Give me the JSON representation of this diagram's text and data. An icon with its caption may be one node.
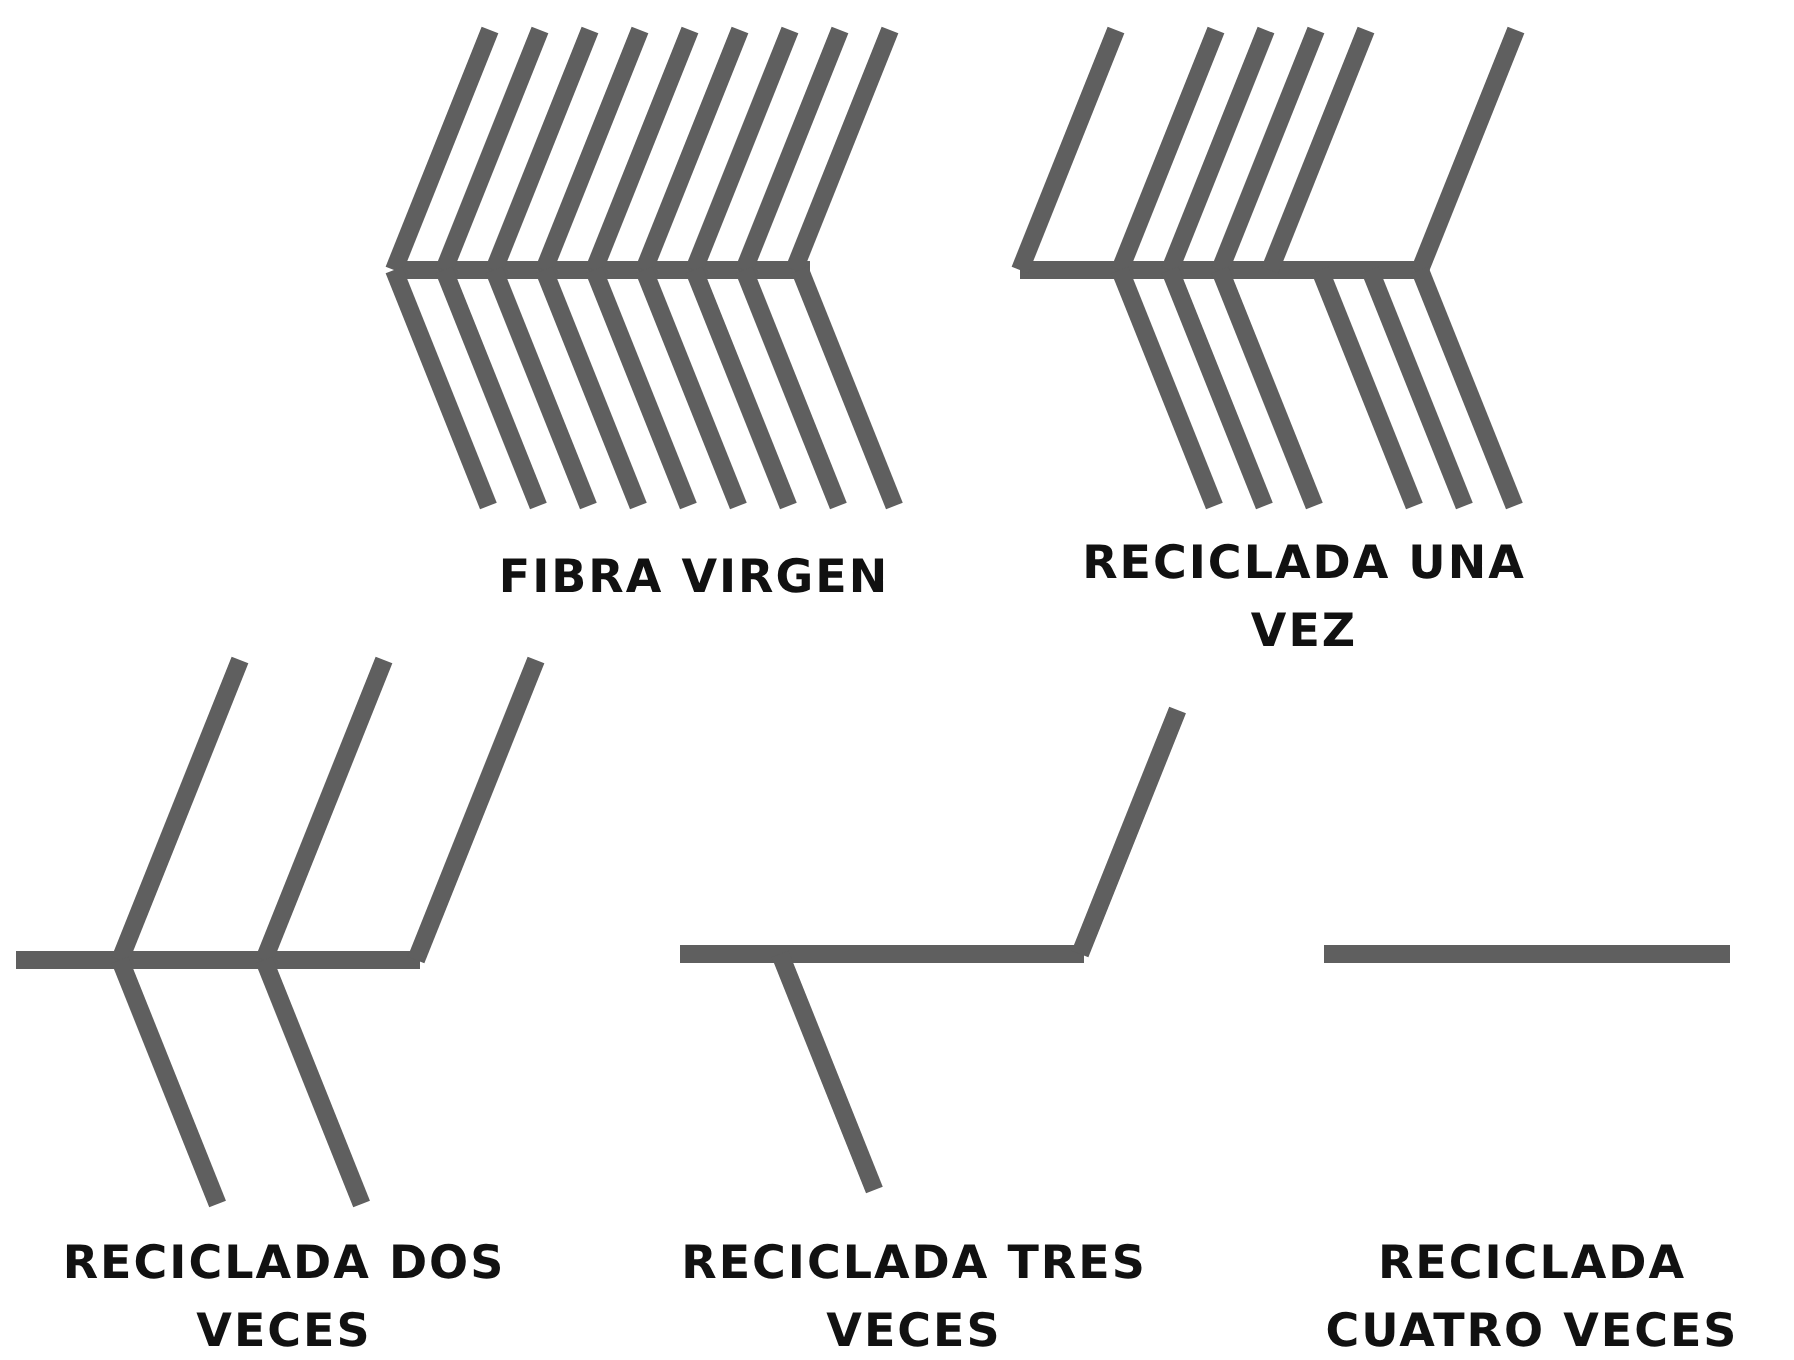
{
  "diagram": {
    "labels": [
      "FIBRA VIRGEN",
      "RECICLADA UNA VEZ",
      "RECICLADA DOS VECES",
      "RECICLADA TRES VECES",
      "RECICLADA CUATRO VECES"
    ]
  }
}
